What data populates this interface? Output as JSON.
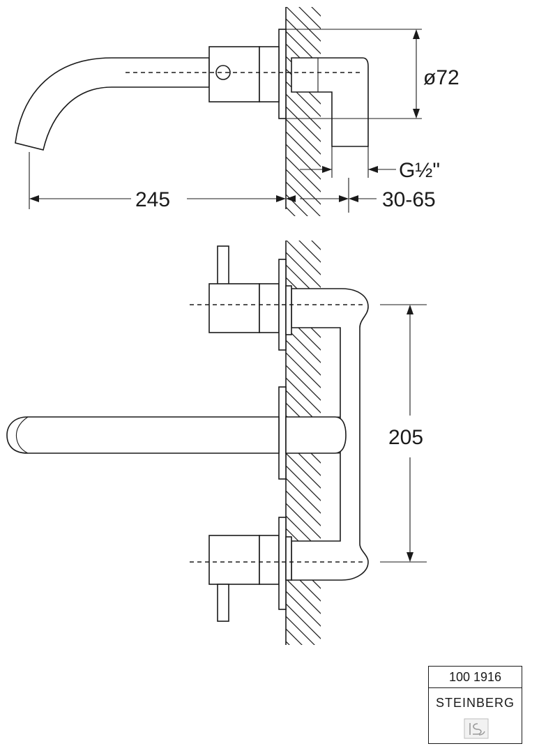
{
  "dimensions": {
    "spout_diameter": "ø72",
    "thread": "G½\"",
    "projection": "245",
    "wall_depth": "30-65",
    "center_distance": "205"
  },
  "title_block": {
    "article_number": "100 1916",
    "brand": "STEINBERG",
    "logo_icon": "steinberg-logo-icon"
  }
}
